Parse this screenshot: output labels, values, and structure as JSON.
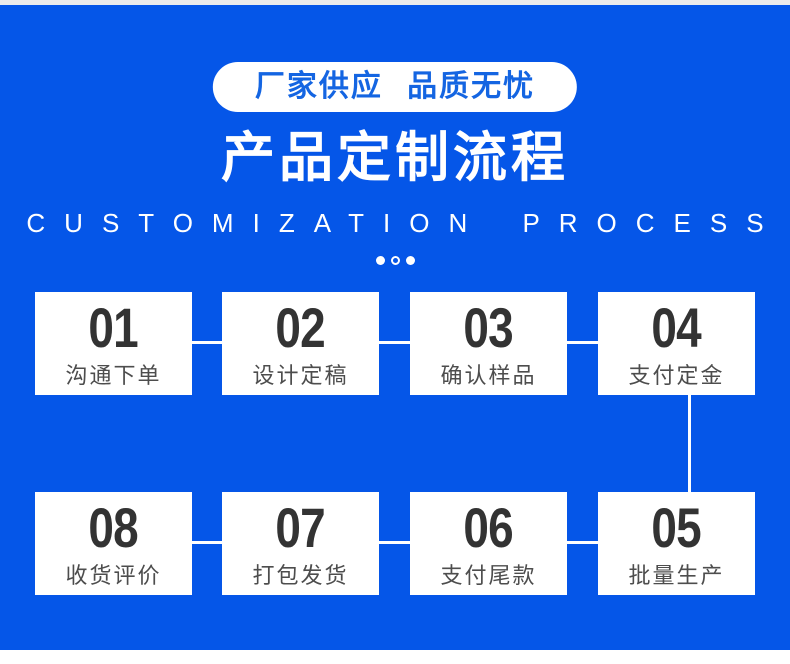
{
  "colors": {
    "background_blue": "#0556e8",
    "top_strip_gray": "#ececec",
    "banner_pill_bg": "#ffffff",
    "banner_text_blue": "#1465e2",
    "title_white": "#ffffff",
    "card_bg": "#ffffff",
    "step_number_gray": "#333333",
    "step_label_gray": "#4d4d4d",
    "connector_white": "#ffffff"
  },
  "banner": {
    "text": "厂家供应 品质无忧"
  },
  "title": {
    "text": "产品定制流程"
  },
  "subtitle": {
    "text": "CUSTOMIZATION PROCESS"
  },
  "dots": {
    "pattern": "filled, hollow, filled"
  },
  "steps_row1": [
    {
      "number": "01",
      "label": "沟通下单"
    },
    {
      "number": "02",
      "label": "设计定稿"
    },
    {
      "number": "03",
      "label": "确认样品"
    },
    {
      "number": "04",
      "label": "支付定金"
    }
  ],
  "steps_row2": [
    {
      "number": "08",
      "label": "收货评价"
    },
    {
      "number": "07",
      "label": "打包发货"
    },
    {
      "number": "06",
      "label": "支付尾款"
    },
    {
      "number": "05",
      "label": "批量生产"
    }
  ]
}
